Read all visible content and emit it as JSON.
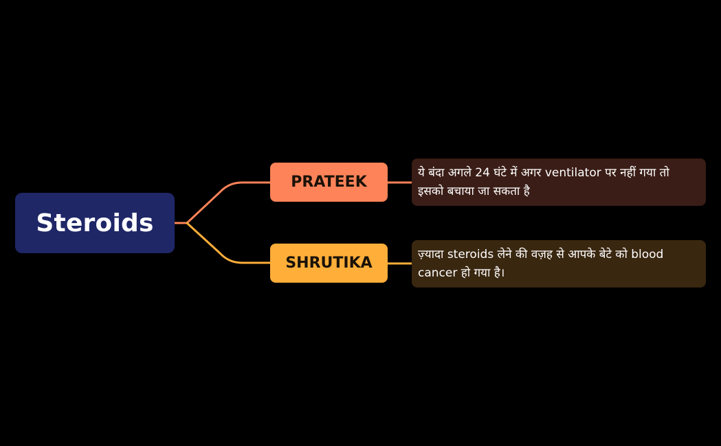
{
  "diagram": {
    "root": {
      "label": "Steroids",
      "color": "#1f2767"
    },
    "branches": [
      {
        "label": "PRATEEK",
        "color": "#ff8359",
        "connector_color": "#ff8359",
        "detail": {
          "text": "ये बंदा अगले 24 घंटे में अगर ventilator पर नहीं गया तो इसको बचाया जा सकता है",
          "background": "#3a1d16"
        }
      },
      {
        "label": "SHRUTIKA",
        "color": "#ffae3a",
        "connector_color": "#ffae3a",
        "detail": {
          "text": "ज़्यादा steroids लेने की वज़ह से आपके बेटे को blood cancer हो गया है।",
          "background": "#3a2710"
        }
      }
    ]
  }
}
